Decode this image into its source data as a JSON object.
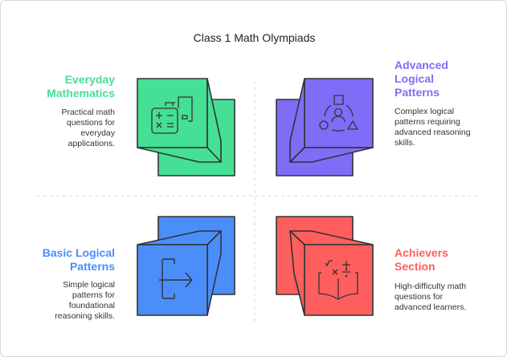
{
  "title": "Class 1 Math Olympiads",
  "colors": {
    "green": "#45DF95",
    "purple": "#7F6DF7",
    "blue": "#4B8EF9",
    "red": "#FF5E5E",
    "outline": "#333333"
  },
  "quadrants": [
    {
      "heading_lines": [
        "Everyday",
        "Mathematics"
      ],
      "description_lines": [
        "Practical math",
        "questions for",
        "everyday",
        "applications."
      ],
      "icon": "calculator-icon"
    },
    {
      "heading_lines": [
        "Advanced",
        "Logical",
        "Patterns"
      ],
      "description_lines": [
        "Complex logical",
        "patterns requiring",
        "advanced reasoning",
        "skills."
      ],
      "icon": "shapes-person-icon"
    },
    {
      "heading_lines": [
        "Basic Logical",
        "Patterns"
      ],
      "description_lines": [
        "Simple logical",
        "patterns for",
        "foundational",
        "reasoning skills."
      ],
      "icon": "exit-arrow-icon"
    },
    {
      "heading_lines": [
        "Achievers",
        "Section"
      ],
      "description_lines": [
        "High-difficulty math",
        "questions for",
        "advanced learners."
      ],
      "icon": "math-book-icon"
    }
  ]
}
